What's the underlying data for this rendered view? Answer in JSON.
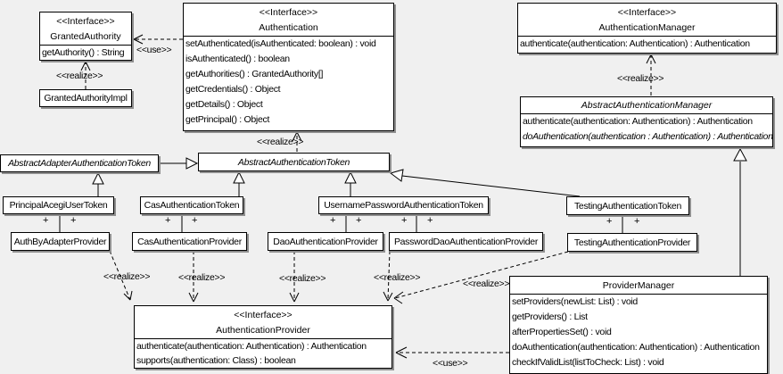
{
  "classes": {
    "granted_authority": {
      "stereotype": "<<Interface>>",
      "name": "GrantedAuthority",
      "methods": [
        "getAuthority() : String"
      ]
    },
    "granted_authority_impl": {
      "name": "GrantedAuthorityImpl"
    },
    "authentication": {
      "stereotype": "<<Interface>>",
      "name": "Authentication",
      "methods": [
        "setAuthenticated(isAuthenticated: boolean) : void",
        "isAuthenticated() : boolean",
        "getAuthorities() : GrantedAuthority[]",
        "getCredentials() : Object",
        "getDetails() : Object",
        "getPrincipal() : Object"
      ]
    },
    "authentication_manager": {
      "stereotype": "<<Interface>>",
      "name": "AuthenticationManager",
      "methods": [
        "authenticate(authentication: Authentication) : Authentication"
      ]
    },
    "abstract_authentication_manager": {
      "name": "AbstractAuthenticationManager",
      "methods": [
        "authenticate(authentication: Authentication) : Authentication",
        "doAuthentication(authentication : Authentication) : Authentication"
      ]
    },
    "abstract_adapter_authentication_token": {
      "name": "AbstractAdapterAuthenticationToken"
    },
    "abstract_authentication_token": {
      "name": "AbstractAuthenticationToken"
    },
    "principal_acegi_user_token": {
      "name": "PrincipalAcegiUserToken"
    },
    "cas_authentication_token": {
      "name": "CasAuthenticationToken"
    },
    "username_password_authentication_token": {
      "name": "UsernamePasswordAuthenticationToken"
    },
    "testing_authentication_token": {
      "name": "TestingAuthenticationToken"
    },
    "auth_by_adapter_provider": {
      "name": "AuthByAdapterProvider"
    },
    "cas_authentication_provider": {
      "name": "CasAuthenticationProvider"
    },
    "dao_authentication_provider": {
      "name": "DaoAuthenticationProvider"
    },
    "password_dao_authentication_provider": {
      "name": "PasswordDaoAuthenticationProvider"
    },
    "testing_authentication_provider": {
      "name": "TestingAuthenticationProvider"
    },
    "authentication_provider": {
      "stereotype": "<<Interface>>",
      "name": "AuthenticationProvider",
      "methods": [
        "authenticate(authentication: Authentication) : Authentication",
        "supports(authentication: Class) : boolean"
      ]
    },
    "provider_manager": {
      "name": "ProviderManager",
      "methods": [
        "setProviders(newList: List) : void",
        "getProviders() : List",
        "afterPropertiesSet() : void",
        "doAuthentication(authentication: Authentication) : Authentication",
        "checkIfValidList(listToCheck: List) : void"
      ]
    }
  },
  "edge_labels": {
    "use": "<<use>>",
    "realize": "<<realize>>",
    "plus": "+"
  },
  "colors": {
    "background": "#f0f0f0",
    "box_fill": "#ffffff",
    "border": "#000000",
    "shadow": "#8f8f8f"
  }
}
